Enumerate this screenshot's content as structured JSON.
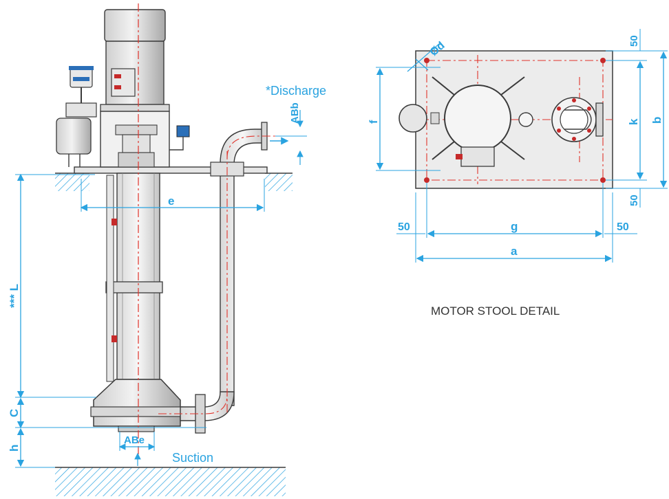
{
  "labels": {
    "discharge": "*Discharge",
    "suction": "Suction",
    "caption": "MOTOR STOOL DETAIL",
    "ab_b": "ABb",
    "ab_e": "ABe",
    "L": "*** L",
    "C": "C",
    "h": "h",
    "e": "e",
    "d": "Ød",
    "f": "f",
    "k": "k",
    "b": "b",
    "g": "g",
    "a": "a",
    "fifty_top": "50",
    "fifty_bottom": "50",
    "fifty_left": "50",
    "fifty_right": "50"
  },
  "colors": {
    "dimension": "#2aa3e0",
    "centerline": "#e0322a",
    "outline": "#3a3a3a",
    "hatch": "#2aa3e0",
    "motor": "#9a9a9a"
  }
}
